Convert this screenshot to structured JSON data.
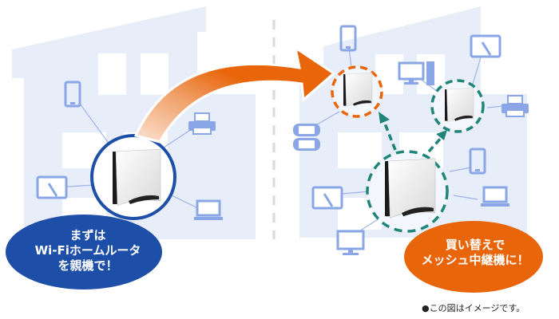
{
  "colors": {
    "house": "#e8eef9",
    "window": "#ffffff",
    "device": "#8aa6e6",
    "line": "#9db3ea",
    "parent_blue": "#1e4fa8",
    "mesh_orange": "#e8650a",
    "mesh_teal": "#1f857a",
    "divider": "#d9d9d9"
  },
  "left_panel": {
    "caption_lines": [
      "まずは",
      "Wi-Fiホームルータ",
      "を親機で！"
    ],
    "devices": [
      "smartphone-icon",
      "printer-icon",
      "tablet-icon",
      "laptop-icon"
    ]
  },
  "right_panel": {
    "caption_lines": [
      "買い替えで",
      "メッシュ中継機に！"
    ],
    "devices": [
      "smartphone-icon",
      "desktop-pc-icon",
      "tablet-icon",
      "printer-icon",
      "game-console-icon",
      "smartphone-icon",
      "tablet-icon",
      "laptop-icon",
      "monitor-icon"
    ]
  },
  "footnote": "●この図はイメージです。"
}
